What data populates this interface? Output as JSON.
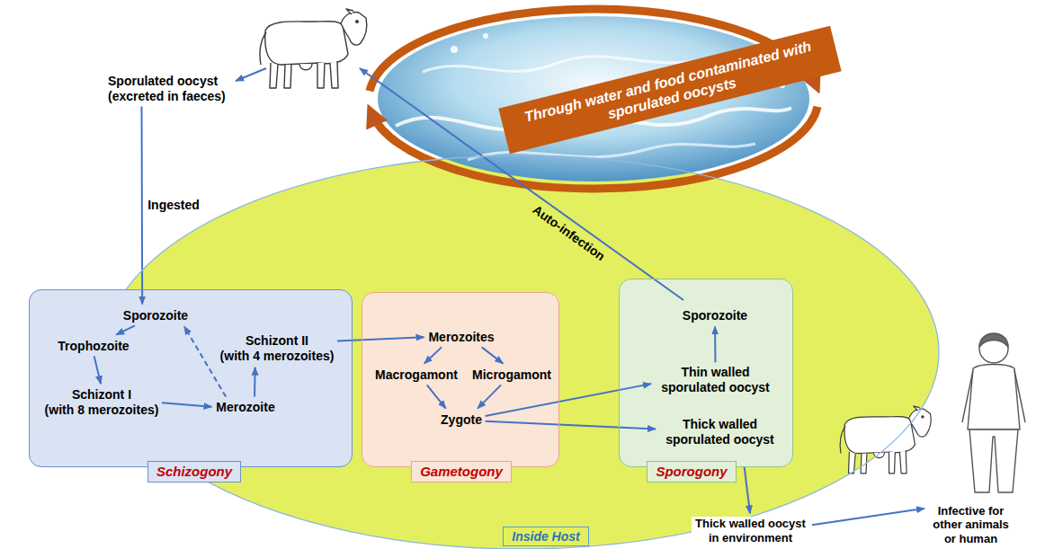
{
  "diagram": {
    "nodes": [
      {
        "text": [
          "Sporulated oocyst (excreted in faeces)"
        ]
      },
      {
        "text": [
          "Through water and food contaminated with sporulated oocysts"
        ]
      },
      {
        "text": [
          "Inside Host"
        ]
      },
      {
        "text": [
          "Schizogony"
        ],
        "in": 2
      },
      {
        "text": [
          "Sporozoite"
        ],
        "in": 3
      },
      {
        "text": [
          "Trophozoite"
        ],
        "in": 3
      },
      {
        "text": [
          "Schizont I",
          "(with 8 merozoites)"
        ],
        "in": 3
      },
      {
        "text": [
          "Merozoite"
        ],
        "in": 3
      },
      {
        "text": [
          "Schizont II",
          "(with 4 merozoites)"
        ],
        "in": 3
      },
      {
        "text": [
          "Gametogony"
        ],
        "in": 2
      },
      {
        "text": [
          "Merozoites"
        ],
        "in": 9
      },
      {
        "text": [
          "Macrogamont"
        ],
        "in": 9
      },
      {
        "text": [
          "Microgamont"
        ],
        "in": 9
      },
      {
        "text": [
          "Zygote"
        ],
        "in": 9
      },
      {
        "text": [
          "Sporogony"
        ],
        "in": 2
      },
      {
        "text": [
          "Sporozoite"
        ],
        "in": 14
      },
      {
        "text": [
          "Thin walled sporulated oocyst"
        ],
        "in": 14
      },
      {
        "text": [
          "Thick walled sporulated oocyst"
        ],
        "in": 14
      },
      {
        "text": [
          "Thick walled oocyst in environment"
        ]
      },
      {
        "text": [
          "Infective for other animals or human"
        ]
      }
    ],
    "edges": [
      {
        "from": 0,
        "to": 4,
        "label": "Ingested",
        "arrow": "to"
      },
      {
        "from": 4,
        "to": 5,
        "arrow": "to"
      },
      {
        "from": 5,
        "to": 6,
        "arrow": "to"
      },
      {
        "from": 6,
        "to": 7,
        "arrow": "to"
      },
      {
        "from": 7,
        "to": 8,
        "arrow": "to"
      },
      {
        "from": 7,
        "to": 4,
        "arrow": "to"
      },
      {
        "from": 8,
        "to": 10,
        "arrow": "to"
      },
      {
        "from": 10,
        "to": 11,
        "arrow": "to"
      },
      {
        "from": 10,
        "to": 12,
        "arrow": "to"
      },
      {
        "from": 11,
        "to": 13,
        "arrow": "to"
      },
      {
        "from": 12,
        "to": 13,
        "arrow": "to"
      },
      {
        "from": 13,
        "to": 16,
        "arrow": "to"
      },
      {
        "from": 13,
        "to": 17,
        "arrow": "to"
      },
      {
        "from": 16,
        "to": 15,
        "arrow": "to"
      },
      {
        "from": 14,
        "to": 18,
        "arrow": "to"
      },
      {
        "from": 18,
        "to": 19,
        "arrow": "to"
      }
    ],
    "labels": [
      "Auto-infection"
    ]
  }
}
